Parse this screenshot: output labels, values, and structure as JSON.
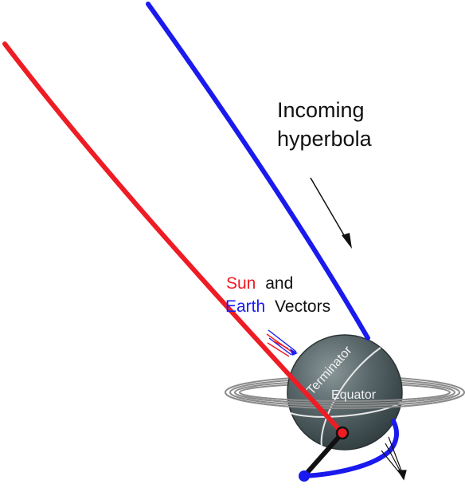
{
  "labels": {
    "incoming_line1": "Incoming",
    "incoming_line2": "hyperbola",
    "sun": "Sun",
    "and": "and",
    "earth": "Earth",
    "vectors": "Vectors",
    "terminator": "Terminator",
    "equator": "Equator"
  },
  "colors": {
    "sun": "#ee1c24",
    "earth": "#1a1aee",
    "planet": "#4a5759",
    "ring": "#8c8c8c",
    "arm": "#111111"
  }
}
